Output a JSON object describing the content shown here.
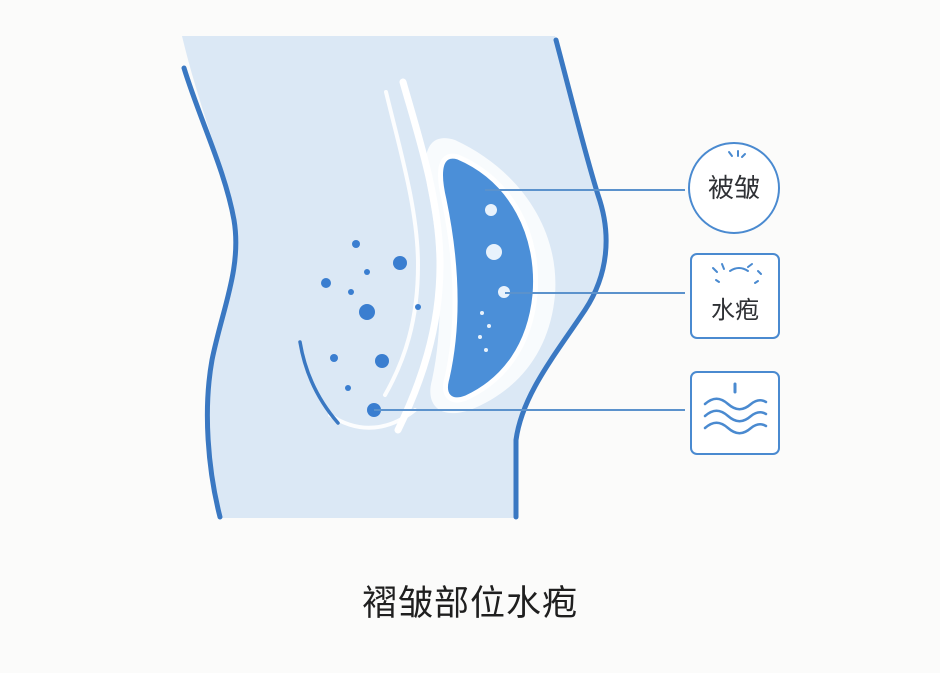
{
  "labels": {
    "fold": "被皱",
    "blister": "水疱"
  },
  "caption": "褶皱部位水疱",
  "icons": [
    "fold-icon",
    "blister-icon",
    "water-wave-icon"
  ],
  "colors": {
    "background": "#fbfbfa",
    "skin_fill": "#dbe8f5",
    "outline": "#3a78c2",
    "blister_fill": "#4b8fd8",
    "dot": "#3a7ed0",
    "leader": "#5b92cc",
    "icon_box": "#4a8ad0"
  }
}
